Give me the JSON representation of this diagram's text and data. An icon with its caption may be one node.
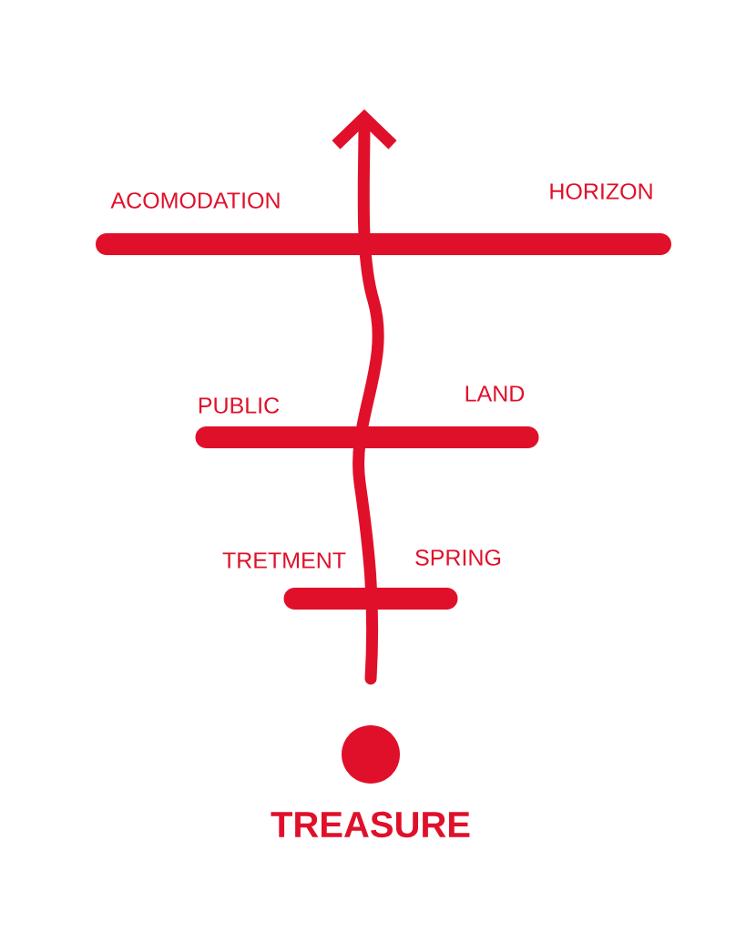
{
  "diagram": {
    "nodes": [
      {
        "text": [
          "ACOMODATION",
          "HORIZON"
        ]
      },
      {
        "text": [
          "PUBLIC",
          "LAND"
        ]
      },
      {
        "text": [
          "TRETMENT",
          "SPRING"
        ]
      },
      {
        "text": [
          "TREASURE"
        ]
      }
    ]
  }
}
